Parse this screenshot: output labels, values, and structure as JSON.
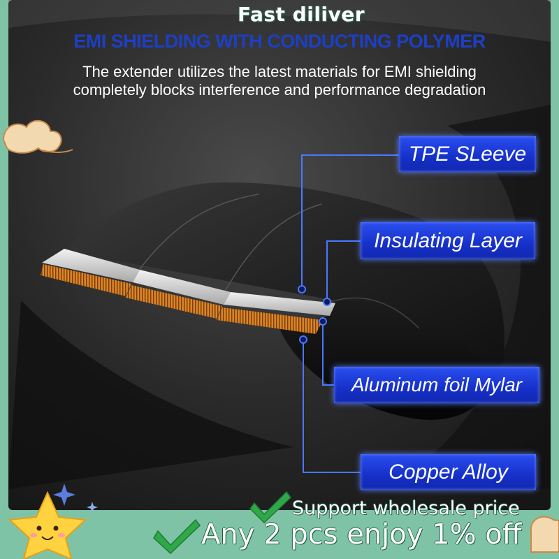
{
  "banner": {
    "text": "Fast diliver"
  },
  "headline": {
    "text": "EMI SHIELDING WITH CONDUCTING POLYMER"
  },
  "description": {
    "line1": "The extender utilizes the latest materials for EMI shielding",
    "line2": "completely blocks interference and performance degradation"
  },
  "labels": {
    "tpe_sleeve": "TPE SLeeve",
    "insulating_layer": "Insulating Layer",
    "aluminum_foil": "Aluminum foil Mylar",
    "copper_alloy": "Copper Alloy"
  },
  "promo": {
    "line1": "Support wholesale price",
    "line2": "Any 2 pcs enjoy 1% off"
  },
  "colors": {
    "headline": "#1d3fc4",
    "label_box": "#1e3ad6",
    "leader_line": "#3f6cff",
    "frame_green": "#7fc3a6",
    "copper": "#d47a18",
    "check_green": "#2fa84a"
  },
  "icons": [
    "cloud-decoration-icon",
    "star-mascot-icon",
    "sparkle-icon",
    "check-mark-icon"
  ]
}
